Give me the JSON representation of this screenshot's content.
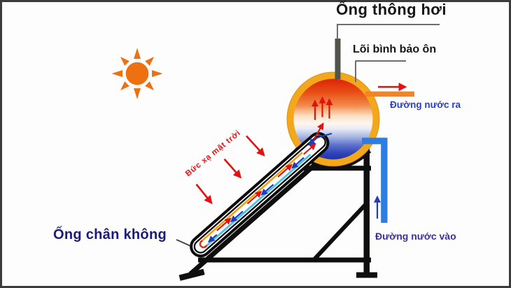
{
  "figure": {
    "type": "solar-water-heater-schematic",
    "labels": {
      "vent_pipe": "Ống thông hơi",
      "tank_core": "Lõi bình bảo ôn",
      "water_outlet": "Đường nước ra",
      "water_inlet": "Đường nước vào",
      "vacuum_tube": "Ống chân không",
      "solar_radiation": "Bức xạ mặt trời"
    },
    "icons": [
      {
        "name": "sun-icon",
        "meaning": "sunlight source"
      },
      {
        "name": "storage-tank",
        "meaning": "insulated water tank, hot (red) on top, cold (blue) below"
      },
      {
        "name": "vacuum-tube",
        "meaning": "evacuated collector tube with hot/cold circulation arrows"
      },
      {
        "name": "support-frame",
        "meaning": "black stand holding tank and tube"
      }
    ],
    "colors": {
      "sun": "#ed7110",
      "tank_ring": "#f3a71b",
      "tank_hot_top": "#dc2306",
      "tank_cold_bottom": "#2131a6",
      "outlet_pipe": "#f5831e",
      "inlet_pipe": "#2e7de2",
      "hot_flow_arrow": "#e31212",
      "cold_flow_arrow": "#1f3db8",
      "frame": "#0e0e0e",
      "label_black": "#161616",
      "label_blue": "#2a3fc4",
      "label_purple": "#3d2f9c",
      "label_navy": "#1b1b78"
    }
  }
}
